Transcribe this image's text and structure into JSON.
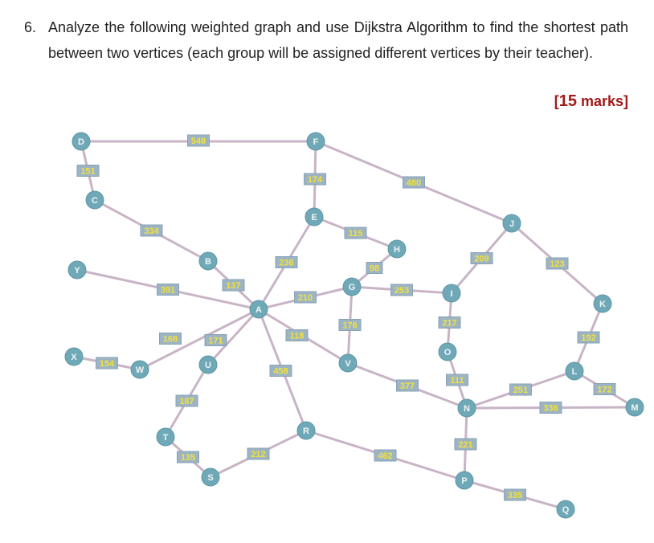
{
  "question": {
    "number": "6.",
    "text": "Analyze the following weighted graph and use Dijkstra Algorithm to find the shortest path between two vertices (each group will be assigned different vertices by their teacher).",
    "marks_open": "[",
    "marks_value": "15",
    "marks_close": " marks]"
  },
  "graph": {
    "vertices": [
      "A",
      "B",
      "C",
      "D",
      "E",
      "F",
      "G",
      "H",
      "I",
      "J",
      "K",
      "L",
      "M",
      "N",
      "O",
      "P",
      "Q",
      "R",
      "S",
      "T",
      "U",
      "V",
      "W",
      "X",
      "Y"
    ],
    "edges": [
      {
        "from": "D",
        "to": "F",
        "weight": "548"
      },
      {
        "from": "D",
        "to": "C",
        "weight": "151"
      },
      {
        "from": "C",
        "to": "B",
        "weight": "334"
      },
      {
        "from": "F",
        "to": "E",
        "weight": "174"
      },
      {
        "from": "F",
        "to": "J",
        "weight": "480"
      },
      {
        "from": "E",
        "to": "H",
        "weight": "115"
      },
      {
        "from": "E",
        "to": "A",
        "weight": "236"
      },
      {
        "from": "H",
        "to": "G",
        "weight": "98"
      },
      {
        "from": "B",
        "to": "A",
        "weight": "137"
      },
      {
        "from": "Y",
        "to": "A",
        "weight": "391"
      },
      {
        "from": "A",
        "to": "G",
        "weight": "210"
      },
      {
        "from": "G",
        "to": "I",
        "weight": "253"
      },
      {
        "from": "G",
        "to": "V",
        "weight": "176"
      },
      {
        "from": "J",
        "to": "I",
        "weight": "209"
      },
      {
        "from": "J",
        "to": "K",
        "weight": "123"
      },
      {
        "from": "I",
        "to": "O",
        "weight": "217"
      },
      {
        "from": "K",
        "to": "L",
        "weight": "192"
      },
      {
        "from": "A",
        "to": "W",
        "weight": "168"
      },
      {
        "from": "A",
        "to": "U",
        "weight": "171"
      },
      {
        "from": "A",
        "to": "V",
        "weight": "118"
      },
      {
        "from": "A",
        "to": "R",
        "weight": "458"
      },
      {
        "from": "X",
        "to": "W",
        "weight": "154"
      },
      {
        "from": "U",
        "to": "T",
        "weight": "187"
      },
      {
        "from": "V",
        "to": "N",
        "weight": "377"
      },
      {
        "from": "O",
        "to": "N",
        "weight": "111"
      },
      {
        "from": "L",
        "to": "N",
        "weight": "251"
      },
      {
        "from": "L",
        "to": "M",
        "weight": "172"
      },
      {
        "from": "N",
        "to": "M",
        "weight": "336"
      },
      {
        "from": "N",
        "to": "P",
        "weight": "221"
      },
      {
        "from": "T",
        "to": "S",
        "weight": "135"
      },
      {
        "from": "S",
        "to": "R",
        "weight": "212"
      },
      {
        "from": "R",
        "to": "P",
        "weight": "462"
      },
      {
        "from": "P",
        "to": "Q",
        "weight": "335"
      }
    ]
  },
  "colors": {
    "edge": "#c8b4c6",
    "vertex_fill": "#6fa9b7",
    "vertex_label": "#f0f4f4",
    "weight_box": "#9db4c4",
    "weight_text": "#f2e23a",
    "marks_text": "#a01a1a"
  }
}
